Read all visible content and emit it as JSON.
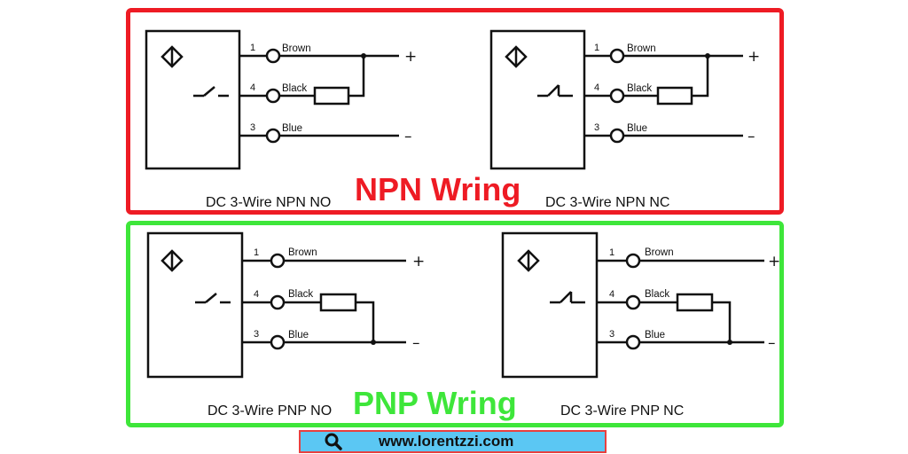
{
  "npn": {
    "title": "NPN Wring",
    "title_color": "#ee1b24",
    "border_color": "#ee1b24",
    "left": {
      "caption": "DC 3-Wire NPN NO",
      "pin_brown": "1",
      "label_brown": "Brown",
      "pin_black": "4",
      "label_black": "Black",
      "pin_blue": "3",
      "label_blue": "Blue",
      "plus": "+",
      "minus": "–"
    },
    "right": {
      "caption": "DC 3-Wire NPN NC",
      "pin_brown": "1",
      "label_brown": "Brown",
      "pin_black": "4",
      "label_black": "Black",
      "pin_blue": "3",
      "label_blue": "Blue",
      "plus": "+",
      "minus": "–"
    }
  },
  "pnp": {
    "title": "PNP Wring",
    "title_color": "#3ee63a",
    "border_color": "#3ee63a",
    "left": {
      "caption": "DC 3-Wire PNP NO",
      "pin_brown": "1",
      "label_brown": "Brown",
      "pin_black": "4",
      "label_black": "Black",
      "pin_blue": "3",
      "label_blue": "Blue",
      "plus": "+",
      "minus": "–"
    },
    "right": {
      "caption": "DC 3-Wire PNP NC",
      "pin_brown": "1",
      "label_brown": "Brown",
      "pin_black": "4",
      "label_black": "Black",
      "pin_blue": "3",
      "label_blue": "Blue",
      "plus": "+",
      "minus": "–"
    }
  },
  "footer": {
    "url": "www.lorentzzi.com",
    "icon": "search-icon",
    "bar_color": "#5bc7f3",
    "border_color": "#e84040"
  }
}
